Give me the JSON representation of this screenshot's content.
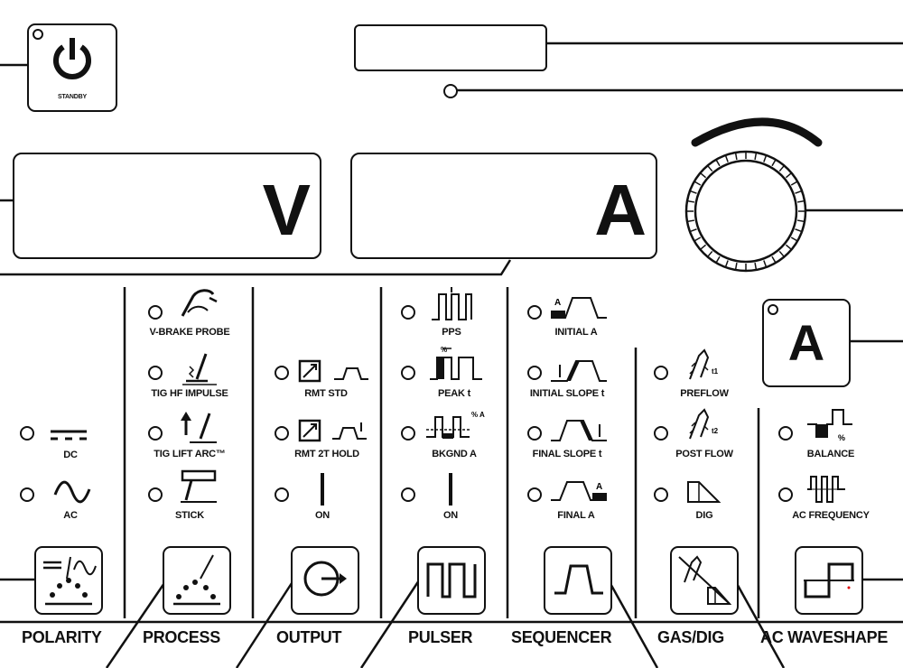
{
  "standby": {
    "label": "STANDBY"
  },
  "meters": {
    "volt_unit": "V",
    "amp_unit": "A",
    "small_amp_unit": "A"
  },
  "polarity": {
    "title": "POLARITY",
    "options": [
      "DC",
      "AC"
    ]
  },
  "process": {
    "title": "PROCESS",
    "options": [
      "V-BRAKE PROBE",
      "TIG HF IMPULSE",
      "TIG LIFT ARC™",
      "STICK"
    ]
  },
  "output": {
    "title": "OUTPUT",
    "options": [
      "RMT STD",
      "RMT 2T HOLD",
      "ON"
    ]
  },
  "pulser": {
    "title": "PULSER",
    "options": [
      "PPS",
      "PEAK t",
      "BKGND A",
      "ON"
    ]
  },
  "sequencer": {
    "title": "SEQUENCER",
    "options": [
      "INITIAL A",
      "INITIAL SLOPE t",
      "FINAL SLOPE t",
      "FINAL A"
    ]
  },
  "gasdig": {
    "title": "GAS/DIG",
    "options": [
      "PREFLOW",
      "POST FLOW",
      "DIG"
    ]
  },
  "acwave": {
    "title": "AC WAVESHAPE",
    "options": [
      "BALANCE",
      "AC FREQUENCY"
    ]
  },
  "icon_marks": {
    "t": "t",
    "t1": "t1",
    "t2": "t2",
    "pct": "%",
    "a": "A",
    "sa": "% A"
  }
}
